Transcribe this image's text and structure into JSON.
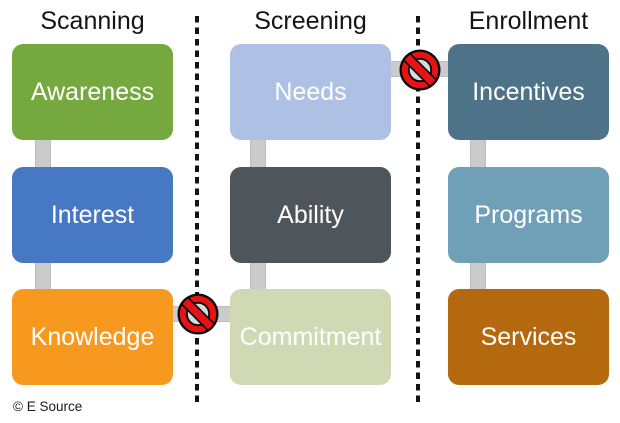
{
  "diagram": {
    "title_row": {
      "scanning": "Scanning",
      "screening": "Screening",
      "enrollment": "Enrollment"
    },
    "columns": [
      {
        "header": "Scanning",
        "boxes": [
          {
            "label": "Awareness",
            "color": "#75A940"
          },
          {
            "label": "Interest",
            "color": "#4678C4"
          },
          {
            "label": "Knowledge",
            "color": "#F8991F"
          }
        ]
      },
      {
        "header": "Screening",
        "boxes": [
          {
            "label": "Needs",
            "color": "#AEC1E4"
          },
          {
            "label": "Ability",
            "color": "#4E565C"
          },
          {
            "label": "Commitment",
            "color": "#CFD9B4"
          }
        ]
      },
      {
        "header": "Enrollment",
        "boxes": [
          {
            "label": "Incentives",
            "color": "#4E7389"
          },
          {
            "label": "Programs",
            "color": "#6FA0B8"
          },
          {
            "label": "Services",
            "color": "#B5690F"
          }
        ]
      }
    ],
    "blocked_links": [
      {
        "from": "Needs",
        "to": "Incentives",
        "icon": "no-entry-icon"
      },
      {
        "from": "Knowledge",
        "to": "Commitment",
        "icon": "no-entry-icon"
      }
    ],
    "colors": {
      "connector": "#CBCBCB",
      "no_icon_red": "#E81313",
      "dash_line": "#131313"
    },
    "footer": "© E Source"
  }
}
